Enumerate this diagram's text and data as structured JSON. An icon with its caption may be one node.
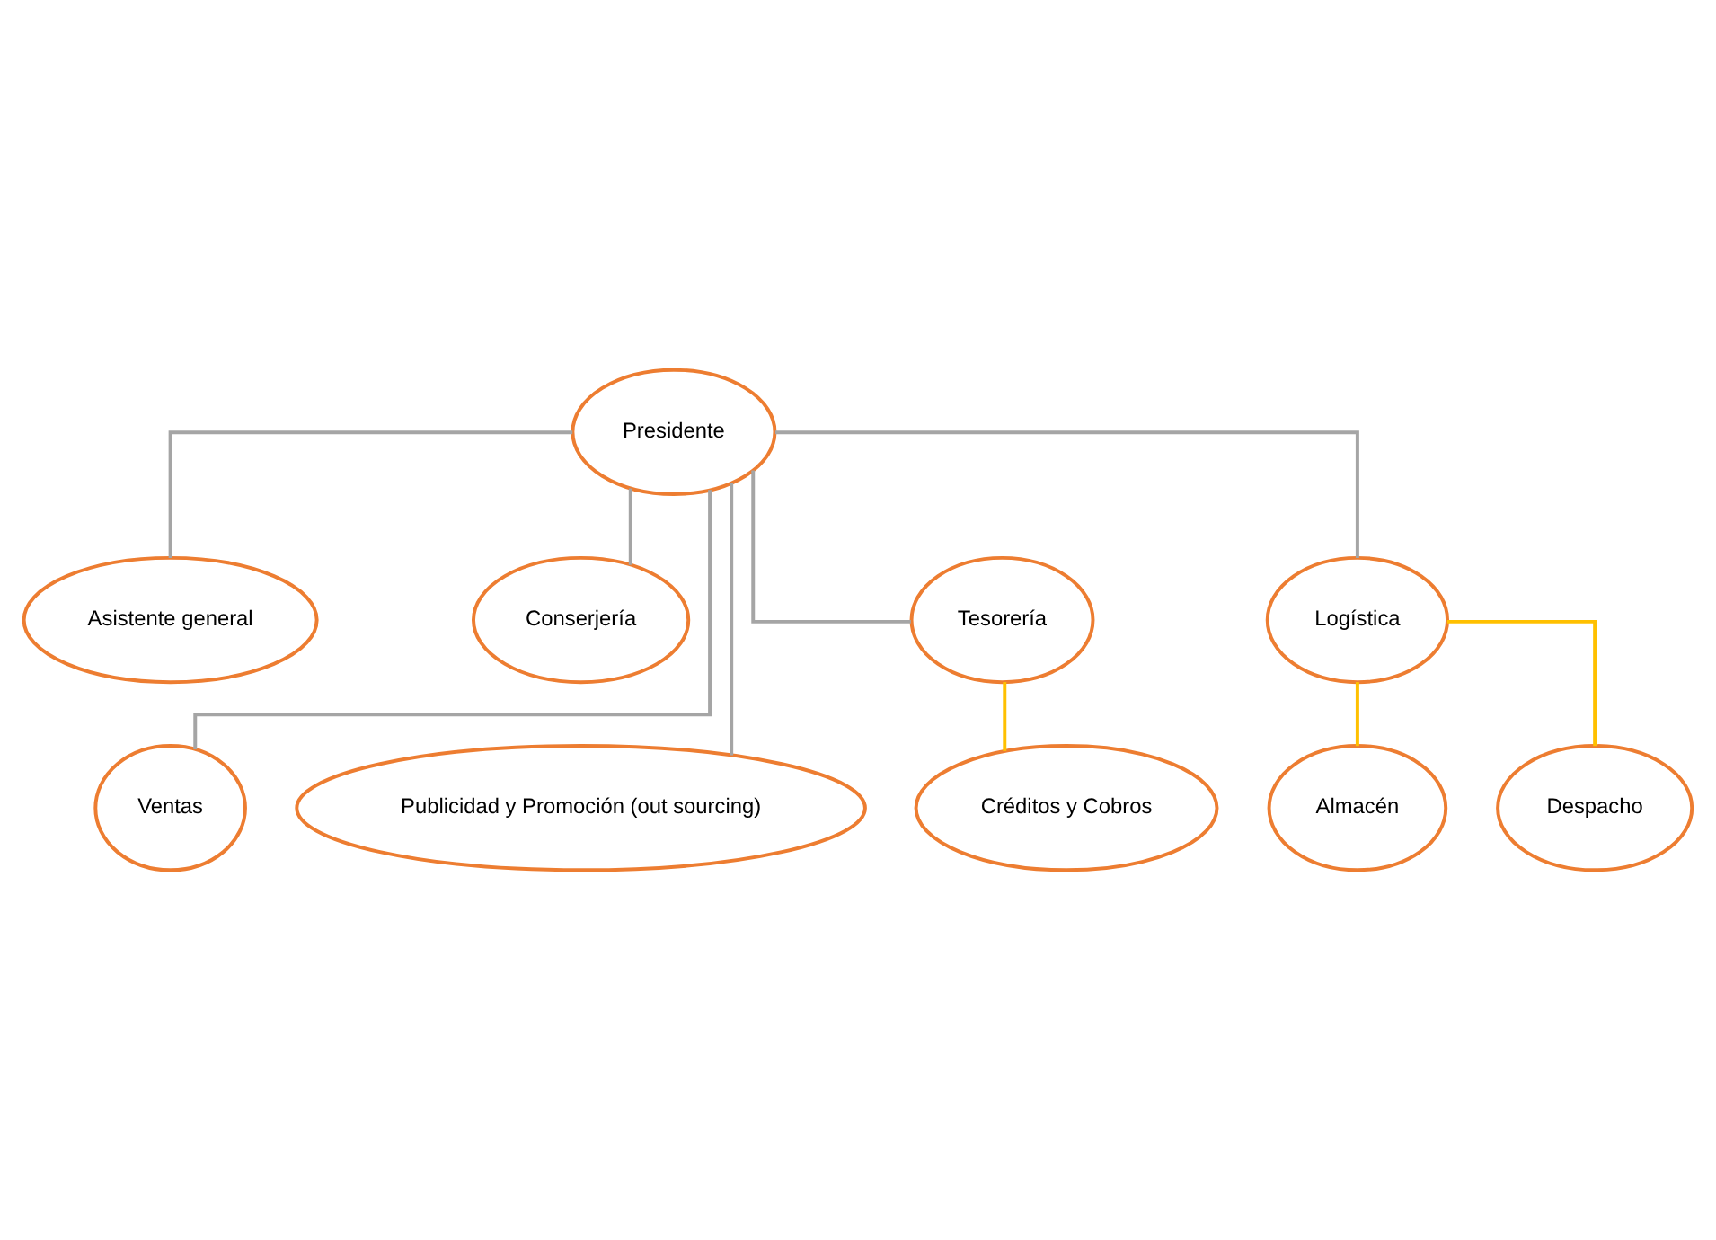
{
  "diagram": {
    "nodes": [
      {
        "text": [
          "Presidente"
        ]
      },
      {
        "text": [
          "Asistente general"
        ]
      },
      {
        "text": [
          "Conserjería"
        ]
      },
      {
        "text": [
          "Ventas"
        ]
      },
      {
        "text": [
          "Tesorería"
        ]
      },
      {
        "text": [
          "Publicidad y Promoción (out sourcing)"
        ]
      },
      {
        "text": [
          "Logística"
        ]
      },
      {
        "text": [
          "Créditos y Cobros"
        ]
      },
      {
        "text": [
          "Almacén"
        ]
      },
      {
        "text": [
          "Despacho"
        ]
      }
    ],
    "edges": [
      {
        "from": 0,
        "to": 1,
        "arrow": "none"
      },
      {
        "from": 0,
        "to": 2,
        "arrow": "none"
      },
      {
        "from": 0,
        "to": 3,
        "arrow": "none"
      },
      {
        "from": 0,
        "to": 4,
        "arrow": "none"
      },
      {
        "from": 0,
        "to": 5,
        "arrow": "none"
      },
      {
        "from": 0,
        "to": 6,
        "arrow": "none"
      },
      {
        "from": 4,
        "to": 7,
        "arrow": "none",
        "color": "#ffc000"
      },
      {
        "from": 6,
        "to": 8,
        "arrow": "none",
        "color": "#ffc000"
      },
      {
        "from": 6,
        "to": 9,
        "arrow": "none",
        "color": "#ffc000"
      }
    ]
  }
}
